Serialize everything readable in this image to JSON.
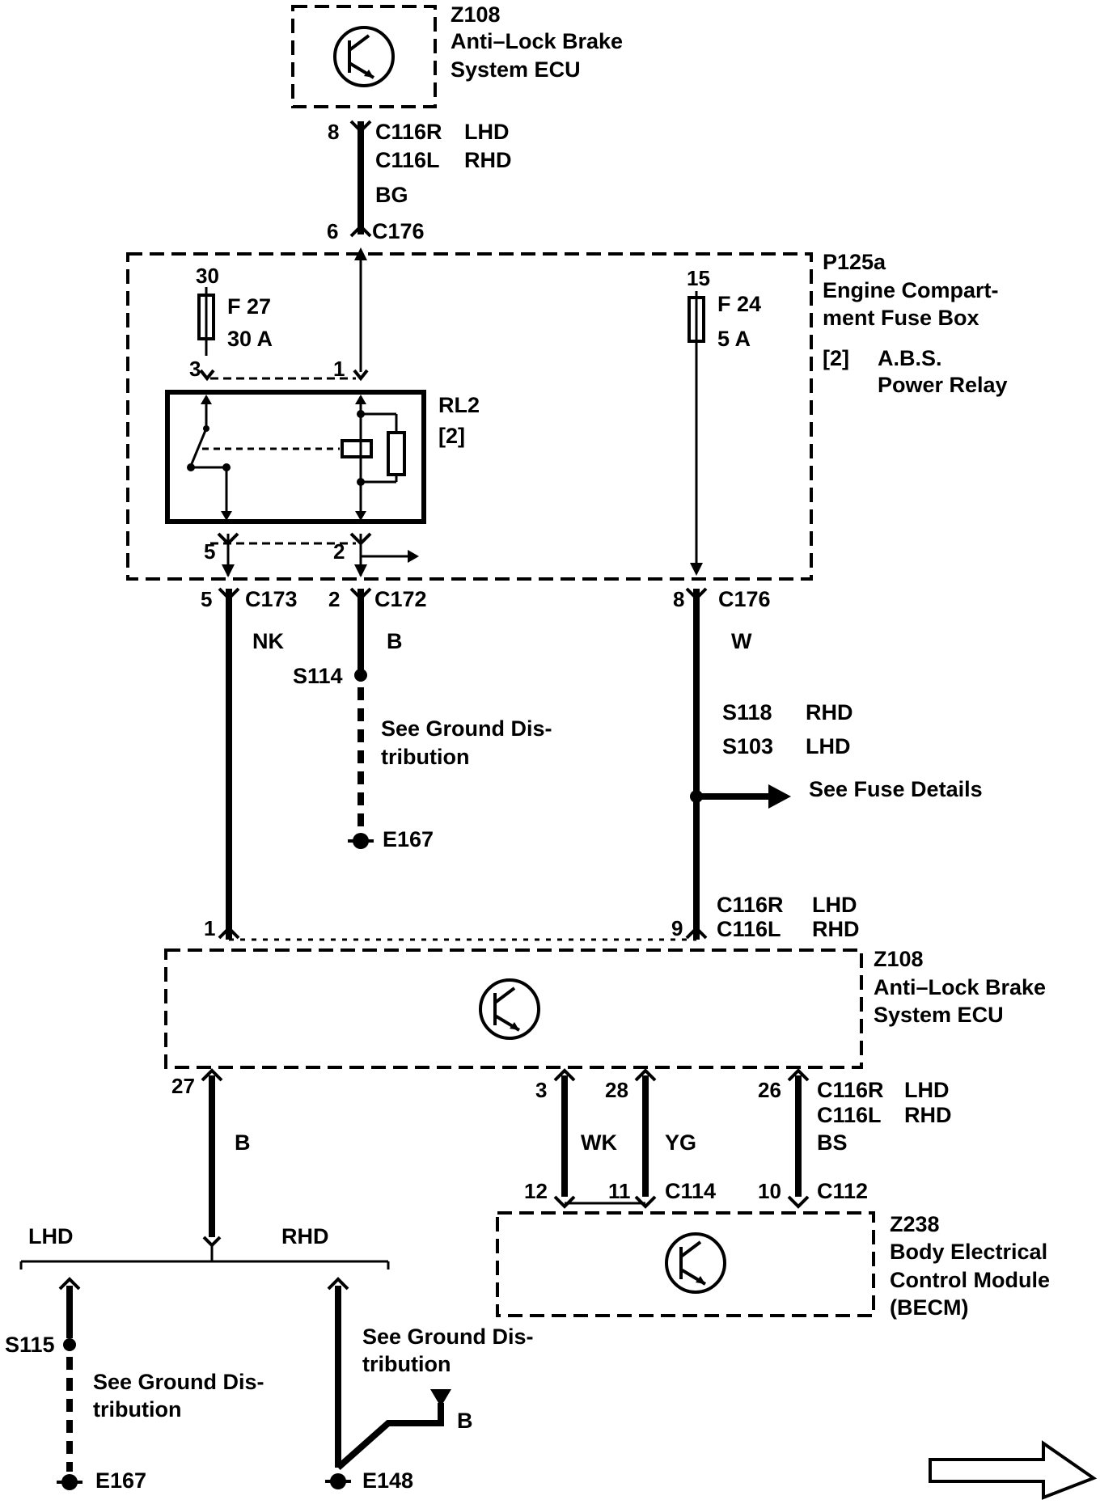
{
  "top_ecu": {
    "ref": "Z108",
    "name_line1": "Anti–Lock Brake",
    "name_line2": "System ECU",
    "pin": "8",
    "conn_line1": "C116R",
    "conn_line1_var": "LHD",
    "conn_line2": "C116L",
    "conn_line2_var": "RHD",
    "wire_color": "BG",
    "pin_c176": "6",
    "conn_c176": "C176"
  },
  "fuse_box": {
    "ref": "P125a",
    "name_line1": "Engine Compart-",
    "name_line2": "ment Fuse Box",
    "relay_index": "[2]",
    "relay_name_line1": "A.B.S.",
    "relay_name_line2": "Power Relay",
    "relay_ref": "RL2",
    "relay_ref_index": "[2]",
    "fuse_f27_pin": "30",
    "fuse_f27_name": "F 27",
    "fuse_f27_rating": "30 A",
    "fuse_f24_pin": "15",
    "fuse_f24_name": "F 24",
    "fuse_f24_rating": "5 A",
    "relay_pin_3": "3",
    "relay_pin_1": "1",
    "relay_pin_5": "5",
    "relay_pin_2": "2"
  },
  "lower_wires": {
    "c173_pin": "5",
    "c173": "C173",
    "c173_color": "NK",
    "c172_pin": "2",
    "c172": "C172",
    "c172_color": "B",
    "splice_s114": "S114",
    "ground_note_line1": "See Ground Dis-",
    "ground_note_line2": "tribution",
    "ground_e167": "E167",
    "c176_pin": "8",
    "c176": "C176",
    "c176_color": "W",
    "s118": "S118",
    "s118_var": "RHD",
    "s103": "S103",
    "s103_var": "LHD",
    "fuse_details": "See Fuse Details",
    "ecu_pin_1": "1",
    "ecu_pin_9": "9",
    "c116r": "C116R",
    "c116r_var": "LHD",
    "c116l": "C116L",
    "c116l_var": "RHD"
  },
  "mid_ecu": {
    "ref": "Z108",
    "name_line1": "Anti–Lock Brake",
    "name_line2": "System ECU",
    "pin_27": "27",
    "wire_27_color": "B",
    "pin_3": "3",
    "pin_28": "28",
    "pin_26": "26",
    "wk": "WK",
    "yg": "YG",
    "c116r": "C116R",
    "c116r_var": "LHD",
    "c116l": "C116L",
    "c116l_var": "RHD",
    "bs": "BS",
    "pin_12": "12",
    "pin_11": "11",
    "c114": "C114",
    "pin_10": "10",
    "c112": "C112"
  },
  "becm": {
    "ref": "Z238",
    "name_line1": "Body Electrical",
    "name_line2": "Control Module",
    "name_line3": "(BECM)"
  },
  "ground_split": {
    "lhd": "LHD",
    "rhd": "RHD",
    "s115": "S115",
    "note_left_line1": "See Ground Dis-",
    "note_left_line2": "tribution",
    "e167": "E167",
    "note_right_line1": "See Ground Dis-",
    "note_right_line2": "tribution",
    "b_label": "B",
    "e148": "E148"
  }
}
